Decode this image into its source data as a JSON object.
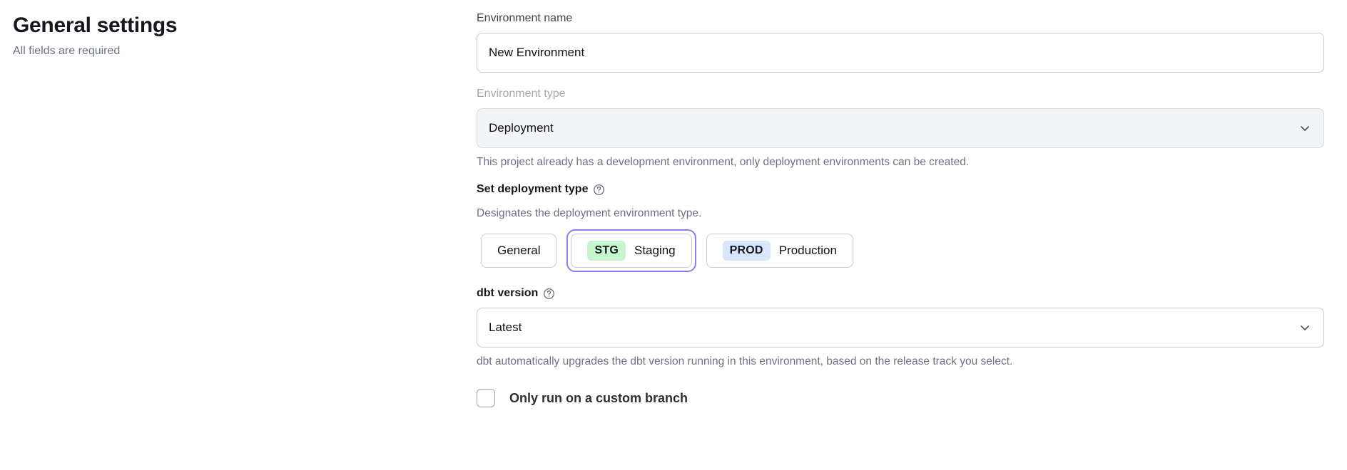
{
  "header": {
    "title": "General settings",
    "subtitle": "All fields are required"
  },
  "form": {
    "environment_name": {
      "label": "Environment name",
      "value": "New Environment",
      "placeholder": "Environment name"
    },
    "environment_type": {
      "label": "Environment type",
      "value": "Deployment",
      "help_text": "This project already has a development environment, only deployment environments can be created.",
      "chevron_icon": "chevron-down-icon",
      "disabled": true
    },
    "deployment_type": {
      "label": "Set deployment type",
      "help_icon": "question-mark-circle-icon",
      "description": "Designates the deployment environment type.",
      "options": [
        {
          "id": "general",
          "badge": "",
          "label": "General",
          "selected": false
        },
        {
          "id": "staging",
          "badge": "STG",
          "label": "Staging",
          "selected": true
        },
        {
          "id": "production",
          "badge": "PROD",
          "label": "Production",
          "selected": false
        }
      ]
    },
    "dbt_version": {
      "label": "dbt version",
      "help_icon": "question-mark-circle-icon",
      "value": "Latest",
      "help_text": "dbt automatically upgrades the dbt version running in this environment, based on the release track you select.",
      "chevron_icon": "chevron-down-icon"
    },
    "custom_branch": {
      "label": "Only run on a custom branch",
      "checked": false
    }
  },
  "colors": {
    "focus_ring": "#8f7cf0",
    "stg_badge_bg": "#c5f5cf",
    "prod_badge_bg": "#d7e6fb",
    "muted_text": "#6b7280",
    "border": "#c9cbd1",
    "disabled_bg": "#f3f4f6"
  }
}
